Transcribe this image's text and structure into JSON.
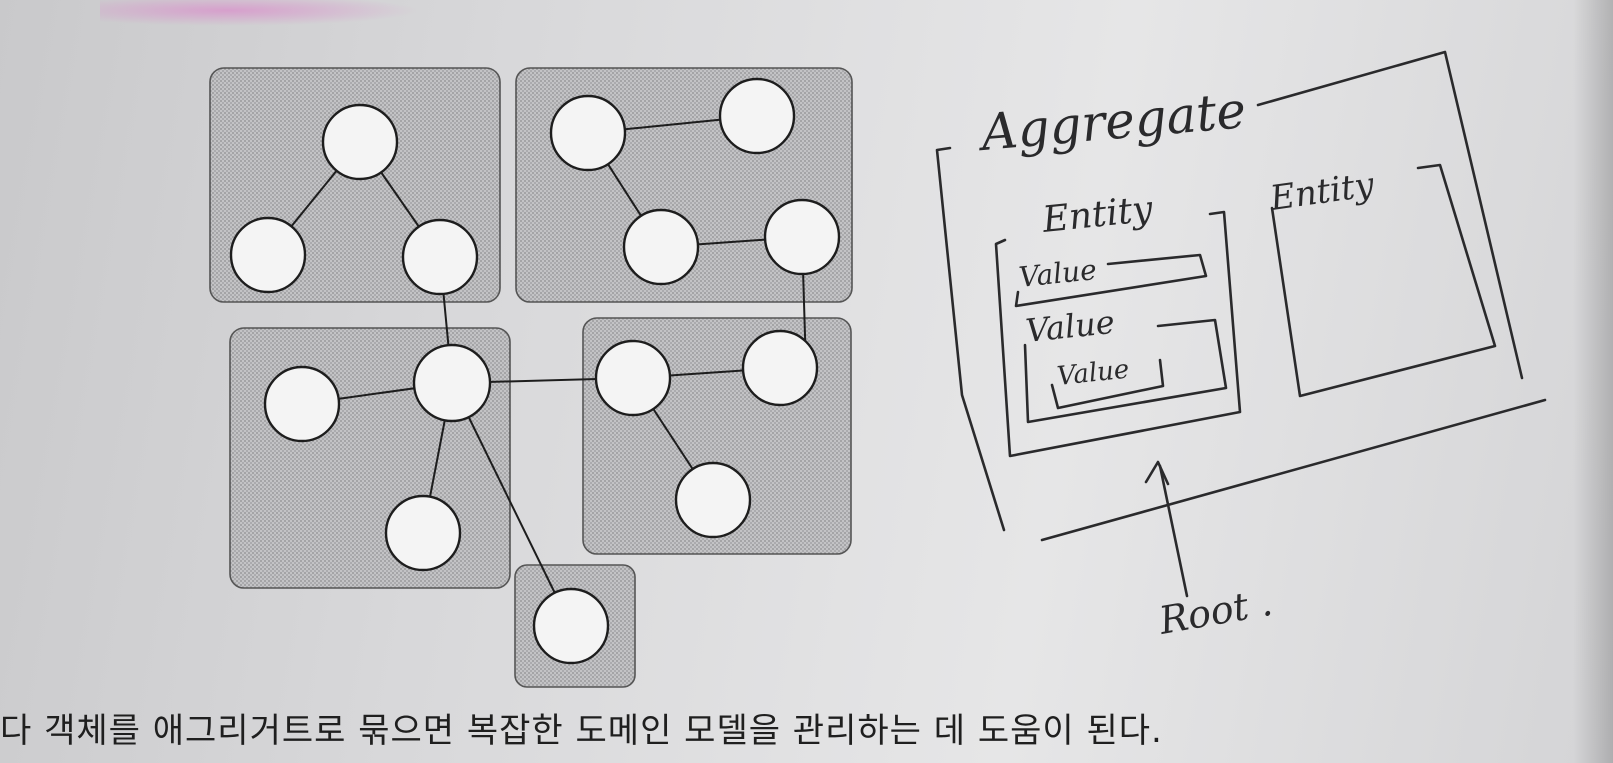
{
  "caption": "다 객체를 애그리거트로 묶으면 복잡한 도메인 모델을 관리하는 데 도움이 된다.",
  "sketch": {
    "title": "Aggregate",
    "entity_left": "Entity",
    "entity_right": "Entity",
    "value_1": "Value",
    "value_2": "Value",
    "value_3": "Value",
    "root_label": "Root ."
  }
}
